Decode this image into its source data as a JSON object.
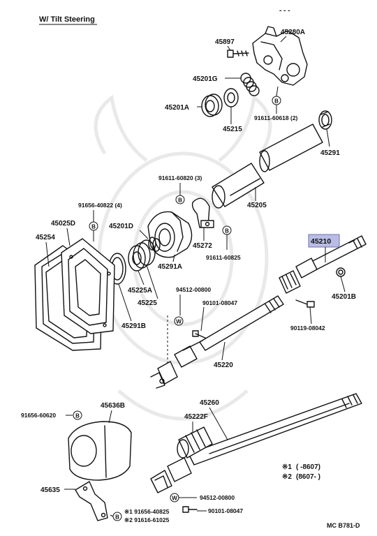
{
  "header": {
    "title": "W/ Tilt Steering",
    "corner_mark": "- - -"
  },
  "labels": {
    "p45897": "45897",
    "p45280A": "45280A",
    "p45201G": "45201G",
    "p45201A": "45201A",
    "p45215": "45215",
    "p91611_60618": "91611-60618 (2)",
    "p45291": "45291",
    "p91611_60820": "91611-60820 (3)",
    "p91656_40822": "91656-40822 (4)",
    "p45025D": "45025D",
    "p45254": "45254",
    "p45201D": "45201D",
    "p45205": "45205",
    "p45272": "45272",
    "p45291A": "45291A",
    "p91611_60825": "91611-60825",
    "p45210": "45210",
    "p45225A": "45225A",
    "p45225": "45225",
    "p45291B": "45291B",
    "p94512_00800_top": "94512-00800",
    "p90101_08047_top": "90101-08047",
    "p45201B": "45201B",
    "p90119_08042": "90119-08042",
    "p45220": "45220",
    "p91656_60620": "91656-60620",
    "p45636B": "45636B",
    "p45260": "45260",
    "p45222F": "45222F",
    "p45635": "45635",
    "p94512_00800_bot": "94512-00800",
    "p90101_08047_bot": "90101-08047",
    "p91656_40825": "※1 91656-40825",
    "p91616_61025": "※2 91616-61025"
  },
  "symbols": {
    "b": "B",
    "w": "W"
  },
  "legend": {
    "row1_mark": "※1",
    "row1_text": "(        -8607)",
    "row2_mark": "※2",
    "row2_text": "(8607-        )"
  },
  "footer": {
    "code": "MC  B781-D"
  },
  "colors": {
    "highlight": "#b9bde4",
    "ink": "#111111",
    "watermark": "#e9e9e9"
  }
}
